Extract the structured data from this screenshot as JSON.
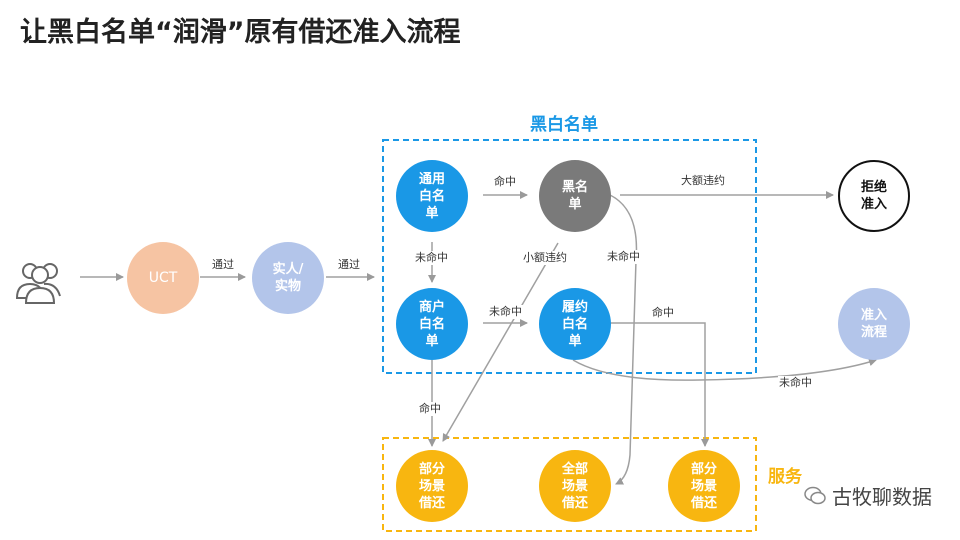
{
  "title": "让黑白名单“润滑”原有借还准入流程",
  "boxes": {
    "blackwhite_label": "黑白名单",
    "service_label": "服务"
  },
  "nodes": {
    "uct": "UCT",
    "realname": "实人/\n实物",
    "general_white": "通用\n白名\n单",
    "blacklist": "黑名\n单",
    "merchant_white": "商户\n白名\n单",
    "fulfill_white": "履约\n白名\n单",
    "reject": "拒绝\n准入",
    "admit": "准入\n流程",
    "partial1": "部分\n场景\n借还",
    "full": "全部\n场景\n借还",
    "partial2": "部分\n场景\n借还"
  },
  "edges": {
    "pass1": "通过",
    "pass2": "通过",
    "hit_black": "命中",
    "big_violation": "大额违约",
    "miss1": "未命中",
    "small_violation": "小额违约",
    "miss_black": "未命中",
    "miss2": "未命中",
    "hit_fulfill": "命中",
    "miss_fulfill": "未命中",
    "hit_merchant": "命中"
  },
  "watermark": "古牧聊数据",
  "colors": {
    "blue": "#1a98e6",
    "gray": "#7a7a7a",
    "orange_node": "#f6c4a3",
    "lavender_node": "#b3c5ea",
    "yellow": "#f8b610",
    "blue_dash": "#1a98e6",
    "yellow_dash": "#f8b610"
  }
}
